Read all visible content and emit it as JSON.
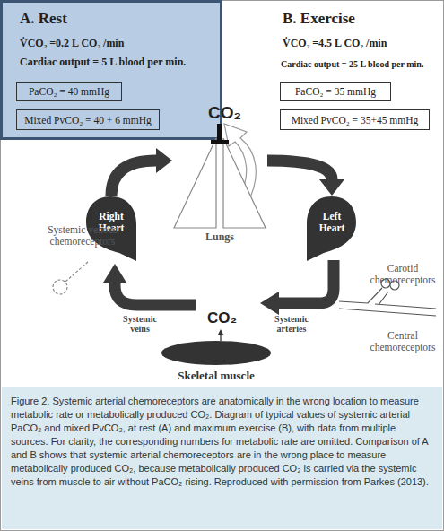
{
  "diagram": {
    "caption": "Figure 2. Systemic arterial chemoreceptors are anatomically in the wrong location to measure metabolic rate or metabolically produced CO₂. Diagram of typical values of systemic arterial PaCO₂ and mixed PvCO₂, at rest (A) and maximum exercise (B), with data from multiple sources. For clarity, the corresponding numbers for metabolic rate are omitted. Comparison of A and B shows that systemic arterial chemoreceptors are in the wrong place to measure metabolically produced CO₂, because metabolically produced CO₂ is carried via the systemic veins from muscle to air without PaCO₂ rising. Reproduced with permission from Parkes (2013).",
    "nodes": [
      {
        "text": [
          "A. Rest",
          "V̇CO₂ =0.2 L CO₂ /min",
          "Cardiac output = 5 L blood per min."
        ]
      },
      {
        "text": [
          "PaCO₂ = 40 mmHg"
        ],
        "in": 0
      },
      {
        "text": [
          "Mixed PvCO₂ = 40 + 6 mmHg"
        ],
        "in": 0
      },
      {
        "text": [
          "PaCO₂ = 35 mmHg"
        ]
      },
      {
        "text": [
          "Mixed PvCO₂ = 35+45 mmHg"
        ]
      },
      {
        "text": [
          "Right Heart"
        ]
      },
      {
        "text": [
          "Lungs"
        ]
      },
      {
        "text": [
          "Left Heart"
        ]
      },
      {
        "text": [
          "Skeletal muscle"
        ]
      }
    ],
    "edges": [
      {
        "from": 5,
        "to": 6,
        "arrow": "to"
      },
      {
        "from": 6,
        "to": 7,
        "arrow": "to"
      }
    ],
    "labels": [
      "B. Exercise",
      "V̇CO₂ =4.5 L CO₂ /min",
      "Cardiac output = 25 L blood per min.",
      "CO₂",
      "Systemic venous chemoreceptors",
      "Carotid chemoreceptors",
      "CO₂",
      "Systemic arteries",
      "Central chemoreceptors",
      "Systemic veins"
    ]
  }
}
